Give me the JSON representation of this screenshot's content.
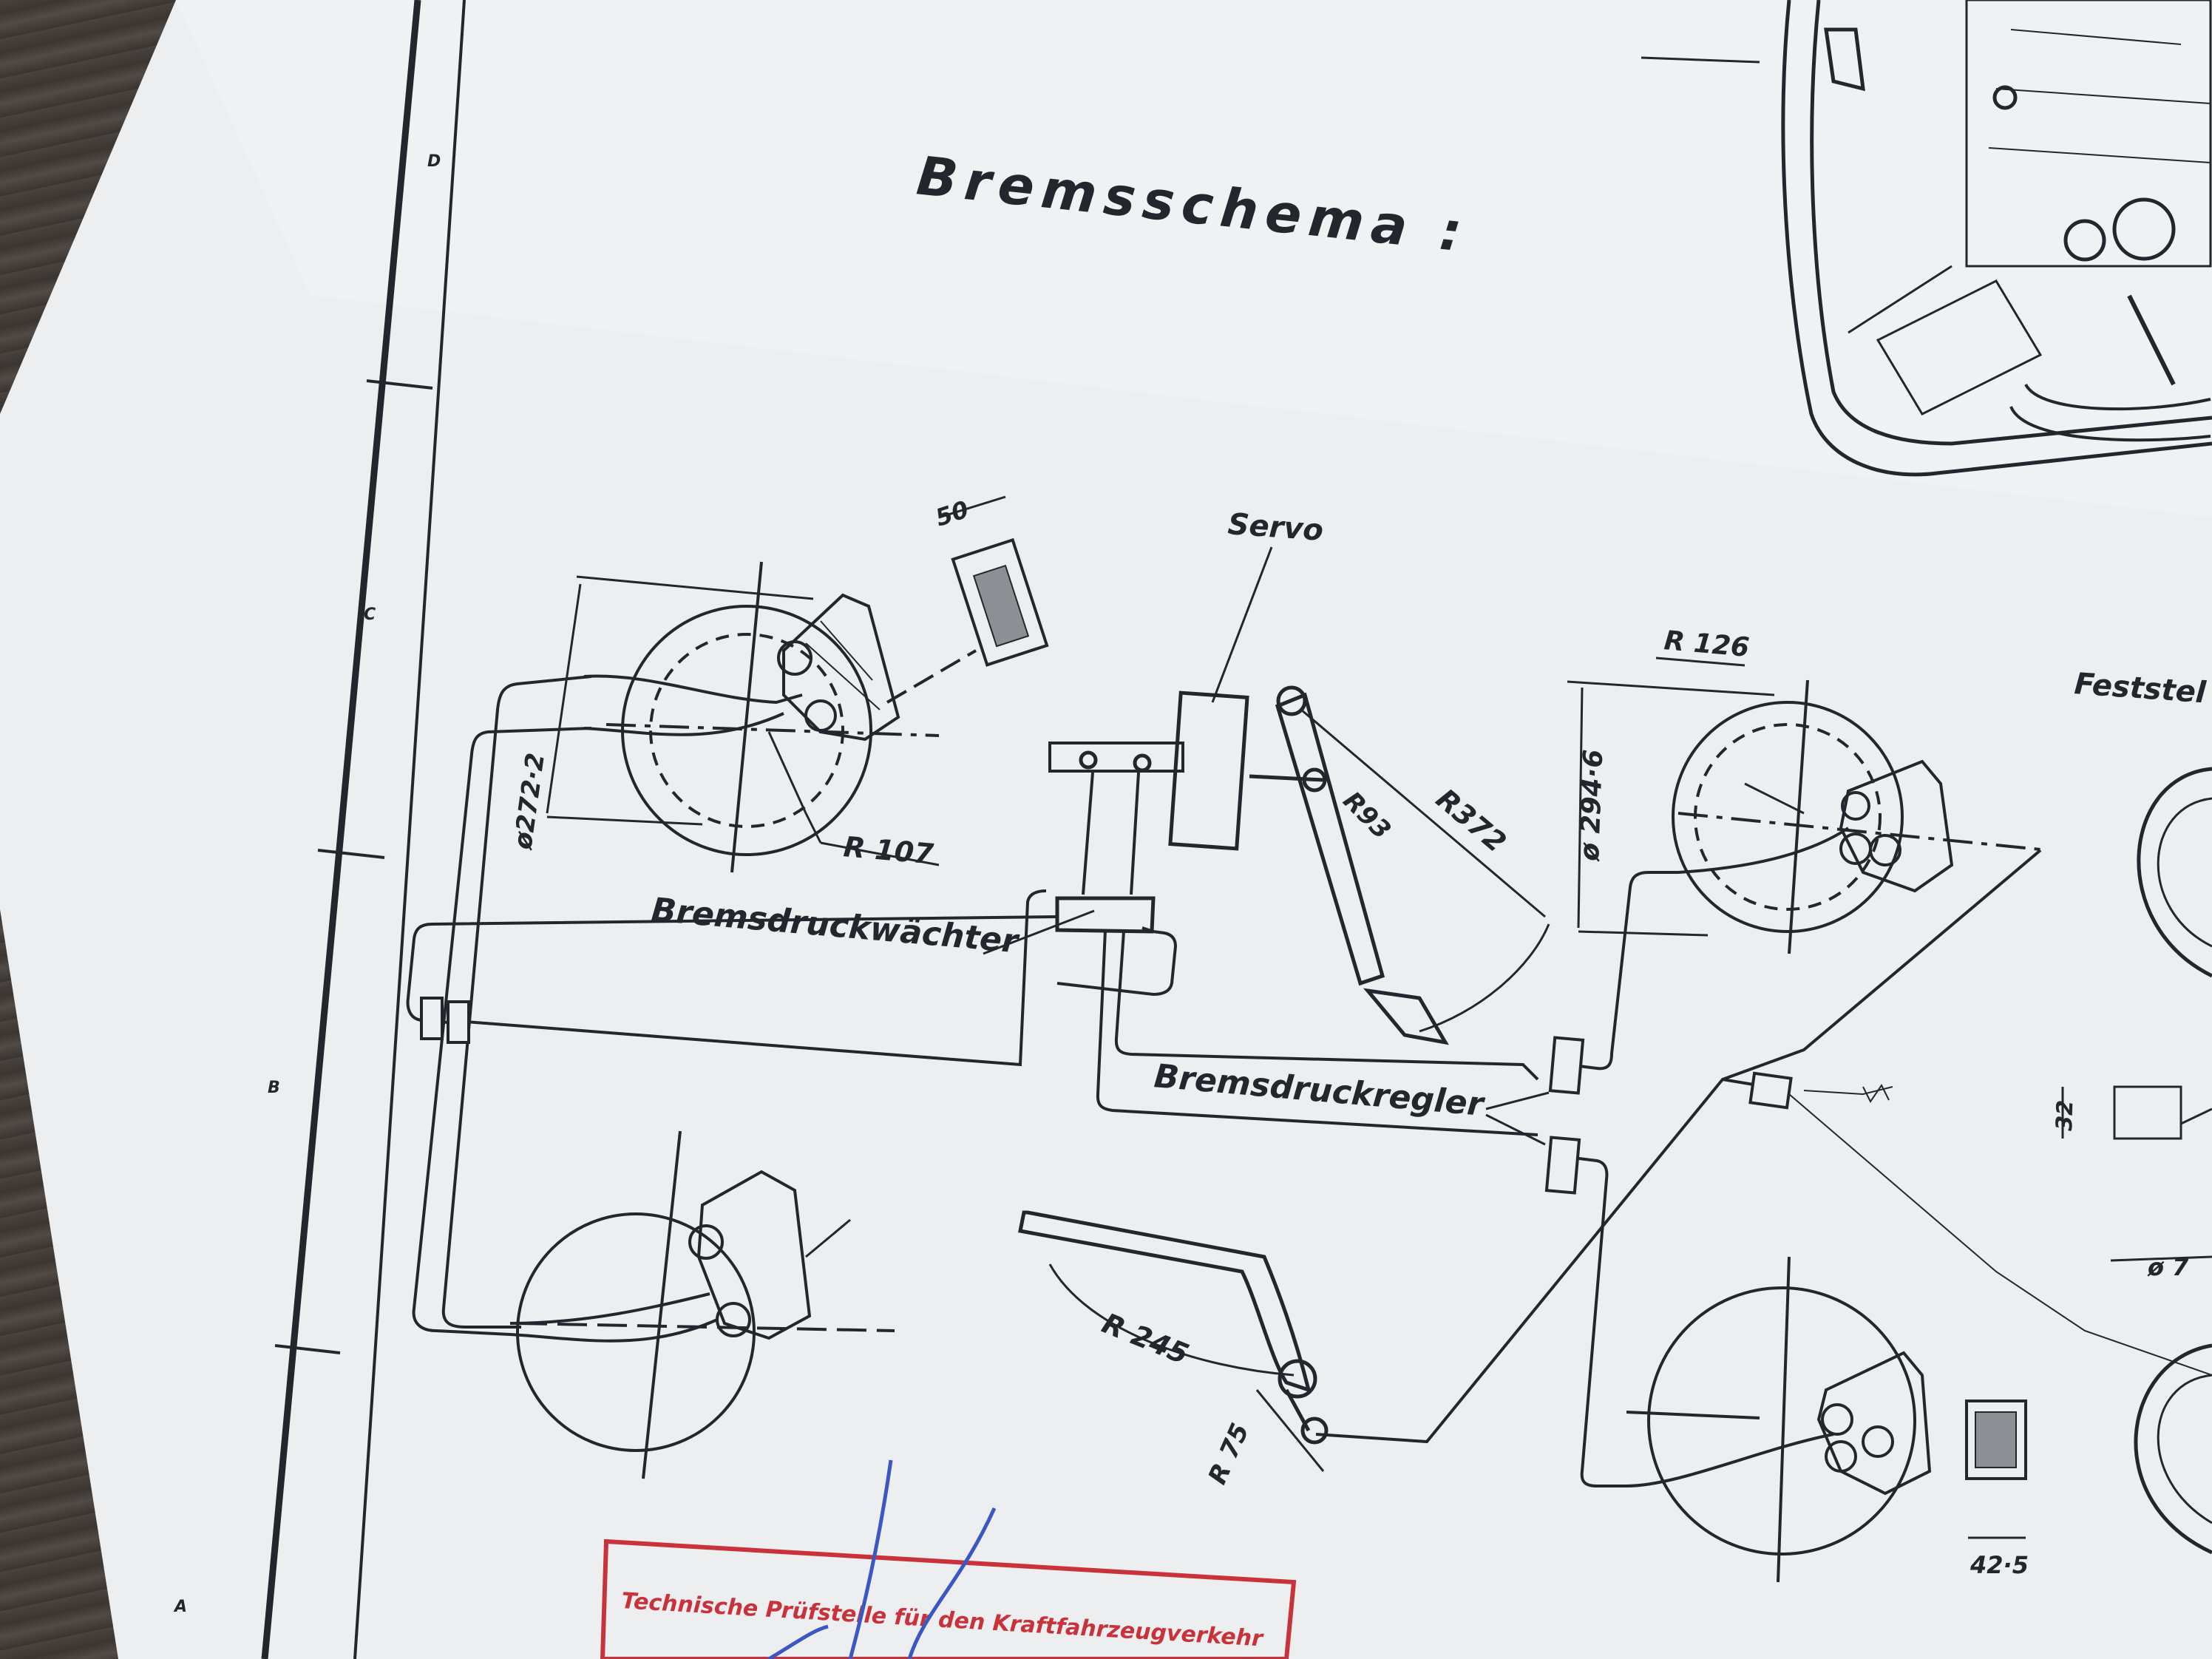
{
  "title": "Bremsschema :",
  "labels": {
    "servo": "Servo",
    "pressure_switch": "Bremsdruckwächter",
    "pressure_regulator": "Bremsdruckregler",
    "parking_brake": "Feststel"
  },
  "dimensions": {
    "d_front_disc": "ø272·2",
    "r_front_disc": "R 107",
    "pad_width": "50",
    "r_pedal_pivot": "R93",
    "r_pedal": "R372",
    "r_rear_disc": "R 126",
    "d_rear_disc": "ø 294·6",
    "r_handbrake": "R 245",
    "r_handbrake_pivot": "R 75",
    "rear_pad_width": "42·5",
    "small_dim": "32",
    "rear_drum_dim": "ø 7"
  },
  "margin_marks": [
    "D",
    "C",
    "B",
    "A"
  ],
  "stamp_text": "Technische Prüfstelle für den Kraftfahrzeugverkehr",
  "colors": {
    "paper": "#eceef0",
    "ink": "#23262d",
    "stamp_red": "#c8323a",
    "signature_blue": "#3b57c4",
    "wood": "#3a3430"
  }
}
